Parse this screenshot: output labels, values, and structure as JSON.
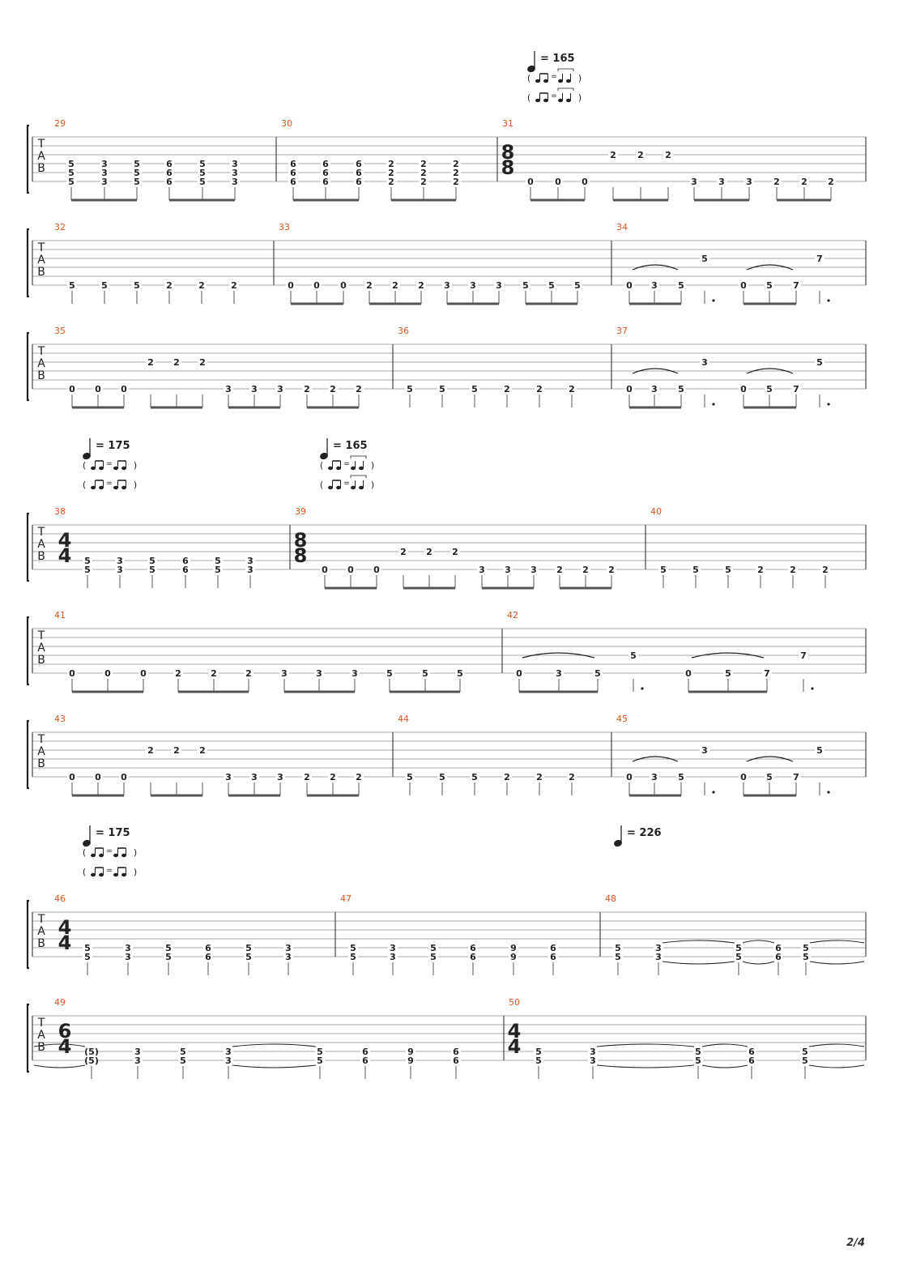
{
  "page_number": "2/4",
  "colors": {
    "measure_number": "#e0561e",
    "ink": "#222222",
    "staff_line": "#a8a8a8"
  },
  "tempo_marks": [
    {
      "bpm_label": "= 165",
      "swing": "triplet"
    },
    {
      "bpm_label": "= 175",
      "swing": "straight"
    },
    {
      "bpm_label": "= 165",
      "swing": "triplet"
    },
    {
      "bpm_label": "= 175",
      "swing": "straight"
    },
    {
      "bpm_label": "= 226",
      "swing": "none"
    }
  ],
  "systems": [
    {
      "measures": [
        {
          "number": "29",
          "events": [
            [
              "5",
              "5",
              "5"
            ],
            [
              "3",
              "3",
              "3"
            ],
            [
              "5",
              "5",
              "5"
            ],
            [
              "6",
              "6",
              "6"
            ],
            [
              "5",
              "5",
              "5"
            ],
            [
              "3",
              "3",
              "3"
            ]
          ]
        },
        {
          "number": "30",
          "events": [
            [
              "6",
              "6",
              "6"
            ],
            [
              "6",
              "6",
              "6"
            ],
            [
              "6",
              "6",
              "6"
            ],
            [
              "2",
              "2",
              "2"
            ],
            [
              "2",
              "2",
              "2"
            ],
            [
              "2",
              "2",
              "2"
            ]
          ]
        },
        {
          "number": "31",
          "time_signature": [
            "8",
            "8"
          ],
          "events": [
            [
              "",
              "",
              "0"
            ],
            [
              "",
              "",
              "0"
            ],
            [
              "",
              "",
              "0"
            ],
            [
              "2",
              "",
              ""
            ],
            [
              "2",
              "",
              ""
            ],
            [
              "2",
              "",
              ""
            ],
            [
              "",
              "",
              "3"
            ],
            [
              "",
              "",
              "3"
            ],
            [
              "",
              "",
              "3"
            ],
            [
              "",
              "",
              "2"
            ],
            [
              "",
              "",
              "2"
            ],
            [
              "",
              "",
              "2"
            ]
          ]
        }
      ]
    },
    {
      "measures": [
        {
          "number": "32",
          "events": [
            [
              "",
              "",
              "5"
            ],
            [
              "",
              "",
              "5"
            ],
            [
              "",
              "",
              "5"
            ],
            [
              "",
              "",
              "2"
            ],
            [
              "",
              "",
              "2"
            ],
            [
              "",
              "",
              "2"
            ]
          ]
        },
        {
          "number": "33",
          "events": [
            [
              "",
              "",
              "0"
            ],
            [
              "",
              "",
              "0"
            ],
            [
              "",
              "",
              "0"
            ],
            [
              "",
              "",
              "2"
            ],
            [
              "",
              "",
              "2"
            ],
            [
              "",
              "",
              "2"
            ],
            [
              "",
              "",
              "3"
            ],
            [
              "",
              "",
              "3"
            ],
            [
              "",
              "",
              "3"
            ],
            [
              "",
              "",
              "5"
            ],
            [
              "",
              "",
              "5"
            ],
            [
              "",
              "",
              "5"
            ]
          ]
        },
        {
          "number": "34",
          "events": [
            [
              "",
              "",
              "0"
            ],
            [
              "",
              "",
              "3"
            ],
            [
              "",
              "",
              "5"
            ],
            [
              "5",
              "",
              ""
            ],
            [
              "",
              "",
              "0"
            ],
            [
              "",
              "",
              "5"
            ],
            [
              "",
              "",
              "7"
            ],
            [
              "7",
              "",
              ""
            ]
          ]
        }
      ]
    },
    {
      "measures": [
        {
          "number": "35",
          "events": [
            [
              "",
              "",
              "0"
            ],
            [
              "",
              "",
              "0"
            ],
            [
              "",
              "",
              "0"
            ],
            [
              "2",
              "",
              ""
            ],
            [
              "2",
              "",
              ""
            ],
            [
              "2",
              "",
              ""
            ],
            [
              "",
              "",
              "3"
            ],
            [
              "",
              "",
              "3"
            ],
            [
              "",
              "",
              "3"
            ],
            [
              "",
              "",
              "2"
            ],
            [
              "",
              "",
              "2"
            ],
            [
              "",
              "",
              "2"
            ]
          ]
        },
        {
          "number": "36",
          "events": [
            [
              "",
              "",
              "5"
            ],
            [
              "",
              "",
              "5"
            ],
            [
              "",
              "",
              "5"
            ],
            [
              "",
              "",
              "2"
            ],
            [
              "",
              "",
              "2"
            ],
            [
              "",
              "",
              "2"
            ]
          ]
        },
        {
          "number": "37",
          "events": [
            [
              "",
              "",
              "0"
            ],
            [
              "",
              "",
              "3"
            ],
            [
              "",
              "",
              "5"
            ],
            [
              "3",
              "",
              ""
            ],
            [
              "",
              "",
              "0"
            ],
            [
              "",
              "",
              "5"
            ],
            [
              "",
              "",
              "7"
            ],
            [
              "5",
              "",
              ""
            ]
          ]
        }
      ]
    },
    {
      "measures": [
        {
          "number": "38",
          "time_signature": [
            "4",
            "4"
          ],
          "events": [
            [
              "5",
              "5"
            ],
            [
              "3",
              "3"
            ],
            [
              "5",
              "5"
            ],
            [
              "6",
              "6"
            ],
            [
              "5",
              "5"
            ],
            [
              "3",
              "3"
            ]
          ]
        },
        {
          "number": "39",
          "time_signature": [
            "8",
            "8"
          ],
          "events": [
            [
              "",
              "0"
            ],
            [
              "",
              "0"
            ],
            [
              "",
              "0"
            ],
            [
              "2",
              ""
            ],
            [
              "2",
              ""
            ],
            [
              "2",
              ""
            ],
            [
              "",
              "3"
            ],
            [
              "",
              "3"
            ],
            [
              "",
              "3"
            ],
            [
              "",
              "2"
            ],
            [
              "",
              "2"
            ],
            [
              "",
              "2"
            ]
          ]
        },
        {
          "number": "40",
          "events": [
            [
              "",
              "5"
            ],
            [
              "",
              "5"
            ],
            [
              "",
              "5"
            ],
            [
              "",
              "2"
            ],
            [
              "",
              "2"
            ],
            [
              "",
              "2"
            ]
          ]
        }
      ]
    },
    {
      "measures": [
        {
          "number": "41",
          "events": [
            [
              "",
              "0"
            ],
            [
              "",
              "0"
            ],
            [
              "",
              "0"
            ],
            [
              "",
              "2"
            ],
            [
              "",
              "2"
            ],
            [
              "",
              "2"
            ],
            [
              "",
              "3"
            ],
            [
              "",
              "3"
            ],
            [
              "",
              "3"
            ],
            [
              "",
              "5"
            ],
            [
              "",
              "5"
            ],
            [
              "",
              "5"
            ]
          ]
        },
        {
          "number": "42",
          "events": [
            [
              "",
              "0"
            ],
            [
              "",
              "3"
            ],
            [
              "",
              "5"
            ],
            [
              "5",
              ""
            ],
            [
              "",
              "0"
            ],
            [
              "",
              "5"
            ],
            [
              "",
              "7"
            ],
            [
              "7",
              ""
            ]
          ]
        }
      ]
    },
    {
      "measures": [
        {
          "number": "43",
          "events": [
            [
              "",
              "",
              "0"
            ],
            [
              "",
              "",
              "0"
            ],
            [
              "",
              "",
              "0"
            ],
            [
              "2",
              "",
              ""
            ],
            [
              "2",
              "",
              ""
            ],
            [
              "2",
              "",
              ""
            ],
            [
              "",
              "",
              "3"
            ],
            [
              "",
              "",
              "3"
            ],
            [
              "",
              "",
              "3"
            ],
            [
              "",
              "",
              "2"
            ],
            [
              "",
              "",
              "2"
            ],
            [
              "",
              "",
              "2"
            ]
          ]
        },
        {
          "number": "44",
          "events": [
            [
              "",
              "",
              "5"
            ],
            [
              "",
              "",
              "5"
            ],
            [
              "",
              "",
              "5"
            ],
            [
              "",
              "",
              "2"
            ],
            [
              "",
              "",
              "2"
            ],
            [
              "",
              "",
              "2"
            ]
          ]
        },
        {
          "number": "45",
          "events": [
            [
              "",
              "",
              "0"
            ],
            [
              "",
              "",
              "3"
            ],
            [
              "",
              "",
              "5"
            ],
            [
              "3",
              "",
              ""
            ],
            [
              "",
              "",
              "0"
            ],
            [
              "",
              "",
              "5"
            ],
            [
              "",
              "",
              "7"
            ],
            [
              "5",
              "",
              ""
            ]
          ]
        }
      ]
    },
    {
      "measures": [
        {
          "number": "46",
          "time_signature": [
            "4",
            "4"
          ],
          "events": [
            [
              "5",
              "5"
            ],
            [
              "3",
              "3"
            ],
            [
              "5",
              "5"
            ],
            [
              "6",
              "6"
            ],
            [
              "5",
              "5"
            ],
            [
              "3",
              "3"
            ]
          ]
        },
        {
          "number": "47",
          "events": [
            [
              "5",
              "5"
            ],
            [
              "3",
              "3"
            ],
            [
              "5",
              "5"
            ],
            [
              "6",
              "6"
            ],
            [
              "9",
              "9"
            ],
            [
              "6",
              "6"
            ]
          ]
        },
        {
          "number": "48",
          "events": [
            [
              "5",
              "5"
            ],
            [
              "3",
              "3"
            ],
            [
              "5",
              "5"
            ],
            [
              "6",
              "6"
            ],
            [
              "5",
              "5"
            ]
          ]
        }
      ]
    },
    {
      "measures": [
        {
          "number": "49",
          "time_signature": [
            "6",
            "4"
          ],
          "events": [
            [
              "(5)",
              "(5)"
            ],
            [
              "3",
              "3"
            ],
            [
              "5",
              "5"
            ],
            [
              "3",
              "3"
            ],
            [
              "5",
              "5"
            ],
            [
              "6",
              "6"
            ],
            [
              "9",
              "9"
            ],
            [
              "6",
              "6"
            ]
          ]
        },
        {
          "number": "50",
          "time_signature": [
            "4",
            "4"
          ],
          "events": [
            [
              "5",
              "5"
            ],
            [
              "3",
              "3"
            ],
            [
              "5",
              "5"
            ],
            [
              "6",
              "6"
            ],
            [
              "5",
              "5"
            ]
          ]
        }
      ]
    }
  ]
}
